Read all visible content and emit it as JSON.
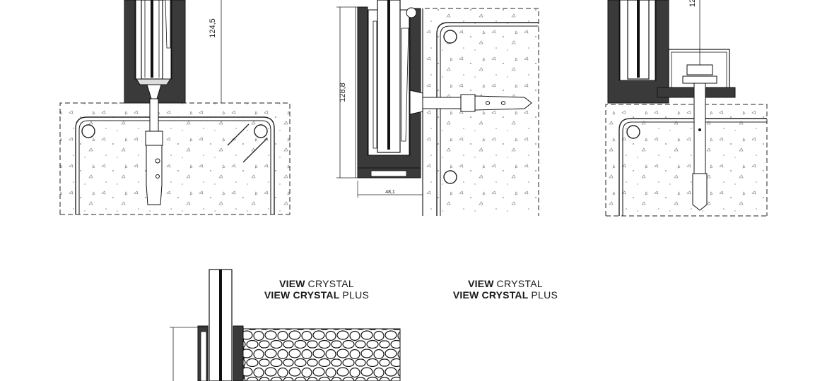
{
  "dimensions": {
    "d1": "124,5",
    "d2": "128,8",
    "d3": "48,1",
    "d4": "12"
  },
  "captions": [
    {
      "line1_bold": "VIEW",
      "line1_light": "CRYSTAL",
      "line2_bold": "VIEW CRYSTAL",
      "line2_light": "PLUS"
    },
    {
      "line1_bold": "VIEW",
      "line1_light": "CRYSTAL",
      "line2_bold": "VIEW CRYSTAL",
      "line2_light": "PLUS"
    }
  ],
  "colors": {
    "profile": "#3a3a3a",
    "line": "#1a1a1a",
    "background": "#ffffff"
  }
}
